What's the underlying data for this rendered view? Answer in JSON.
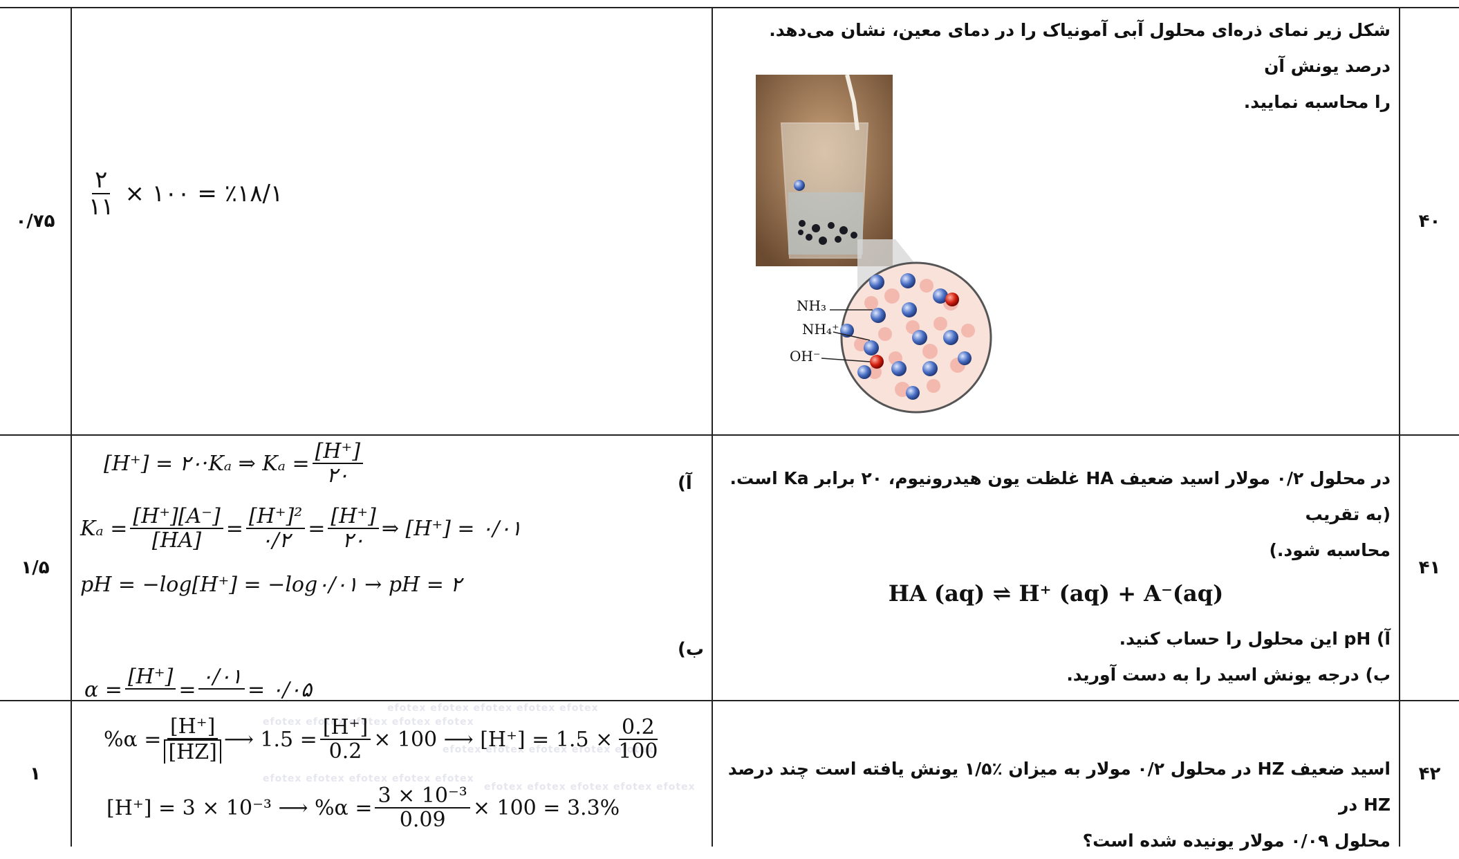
{
  "rows": [
    {
      "number": "۴۰",
      "score": "۰/۷۵",
      "question_lines": [
        "شکل زیر نمای ذره‌ای محلول آبی آمونیاک را در دمای معین، نشان می‌دهد. درصد یونش آن",
        "را محاسبه نمایید."
      ],
      "diagram_labels": [
        "NH₃",
        "NH₄⁺",
        "OH⁻"
      ],
      "solution": {
        "numerator": "۲",
        "denominator": "۱۱",
        "rest": "× ۱۰۰ = ٪۱۸/۱"
      }
    },
    {
      "number": "۴۱",
      "score": "۱/۵",
      "question_lines": [
        "در محلول ۰/۲ مولار اسید ضعیف HA غلظت یون هیدرونیوم، ۲۰ برابر  Ka است. (به تقریب",
        "محاسبه شود.)"
      ],
      "equation": "HA (aq) ⇌ H⁺ (aq) + A⁻(aq)",
      "parts": [
        "آ) pH این محلول را حساب کنید.",
        "ب) درجه یونش اسید را به دست آورید."
      ],
      "label_a": "آ)",
      "label_b": "ب)",
      "sol_line1_left": "[H⁺] = ۲۰·Kₐ ⇒ Kₐ =",
      "sol_line1_num": "[H⁺]",
      "sol_line1_den": "۲۰",
      "sol_line2_left": "Kₐ =",
      "sol_line2_f1_num": "[H⁺][A⁻]",
      "sol_line2_f1_den": "[HA]",
      "sol_line2_f2_num": "[H⁺]²",
      "sol_line2_f2_den": "۰/۲",
      "sol_line2_f3_num": "[H⁺]",
      "sol_line2_f3_den": "۲۰",
      "sol_line2_right": "⇒ [H⁺] = ۰/۰۱",
      "sol_line3": "pH = −log[H⁺] = −log۰/۰۱ → pH = ۲",
      "sol_line4_left": "α =",
      "sol_line4_num": "[H⁺]",
      "sol_line4_mid_num": "۰/۰۱",
      "sol_line4_right": "= ۰/۰۵"
    },
    {
      "number": "۴۲",
      "score": "۱",
      "question_lines": [
        "اسید ضعیف HZ در محلول ۰/۲ مولار به میزان ٪۱/۵ یونش یافته است چند درصد  HZ در",
        "محلول ۰/۰۹ مولار یونیده شده است؟"
      ],
      "sol_a_left": "%α =",
      "sol_a_num": "[H⁺]",
      "sol_a_den": "[HZ]",
      "sol_a_arrow1": "⟶ 1.5 =",
      "sol_a_num2": "[H⁺]",
      "sol_a_den2": "0.2",
      "sol_a_mid": "× 100 ⟶ [H⁺] = 1.5 ×",
      "sol_a_num3": "0.2",
      "sol_a_den3": "100",
      "sol_b_left": "[H⁺] = 3 × 10⁻³ ⟶ %α =",
      "sol_b_num": "3 × 10⁻³",
      "sol_b_den": "0.09",
      "sol_b_right": "× 100 = 3.3%",
      "watermark": "efotex efotex efotex efotex efotex"
    }
  ]
}
